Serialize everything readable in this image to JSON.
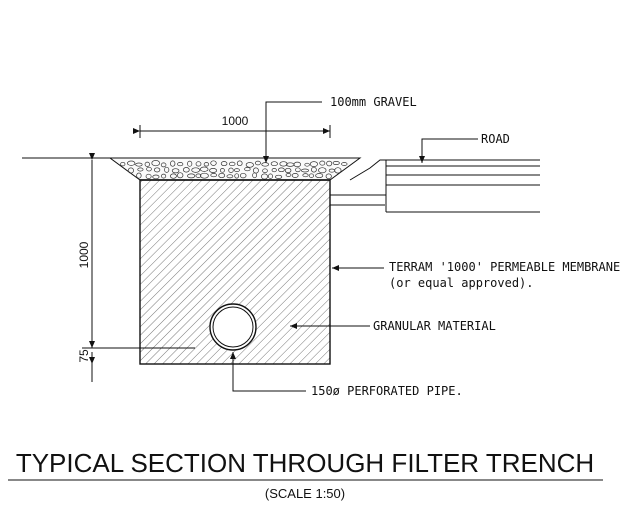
{
  "labels": {
    "gravel": "100mm GRAVEL",
    "road": "ROAD",
    "membrane_line1": "TERRAM '1000' PERMEABLE MEMBRANE",
    "membrane_line2": "(or equal approved).",
    "granular": "GRANULAR MATERIAL",
    "pipe": "150ø PERFORATED PIPE."
  },
  "dimensions": {
    "width": "1000",
    "depth": "1000",
    "bedding": "75"
  },
  "title": "TYPICAL SECTION THROUGH FILTER TRENCH",
  "scale": "(SCALE 1:50)"
}
